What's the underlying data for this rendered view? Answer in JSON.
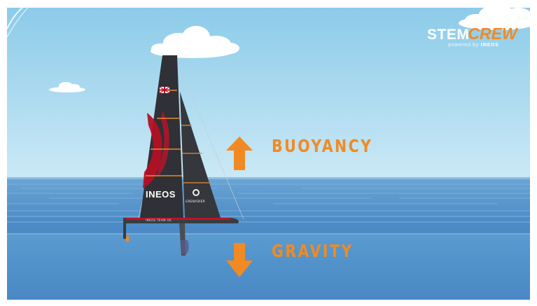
{
  "labels": {
    "buoyancy": "BUOYANCY",
    "gravity": "GRAVITY"
  },
  "logo": {
    "stem": "STEM",
    "crew": "CREW",
    "subtitle_prefix": "powered by",
    "subtitle_brand": "INEOS"
  },
  "boat": {
    "sail_brand": "INEOS",
    "jib_brand": "GRENADIER",
    "hull_text": "INEOS TEAM UK"
  },
  "colors": {
    "sky": "#a9d7ee",
    "sea": "#4f8ec6",
    "arrow": "#f18a23",
    "sail": "#2f3136",
    "accent": "#c0112a"
  },
  "icons": {
    "up_arrow": "arrow-up-icon",
    "down_arrow": "arrow-down-icon",
    "flag": "union-jack-icon"
  }
}
